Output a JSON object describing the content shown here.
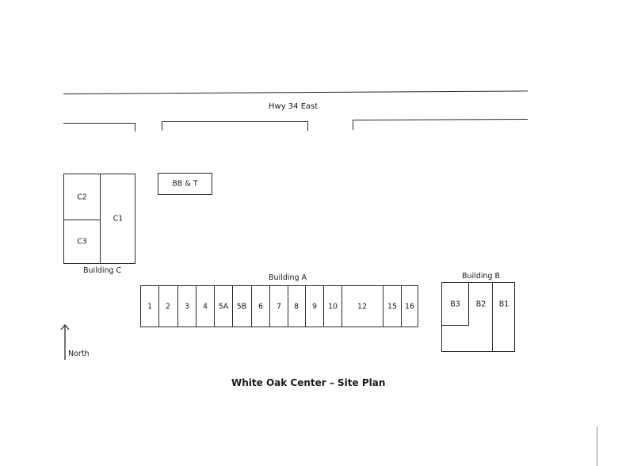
{
  "road": {
    "label": "Hwy 34 East"
  },
  "outparcel": {
    "label": "BB & T"
  },
  "building_c": {
    "label": "Building C",
    "units": [
      {
        "label": "C2"
      },
      {
        "label": "C3"
      },
      {
        "label": "C1"
      }
    ]
  },
  "building_a": {
    "label": "Building A",
    "units": [
      {
        "label": "1"
      },
      {
        "label": "2"
      },
      {
        "label": "3"
      },
      {
        "label": "4"
      },
      {
        "label": "5A"
      },
      {
        "label": "5B"
      },
      {
        "label": "6"
      },
      {
        "label": "7"
      },
      {
        "label": "8"
      },
      {
        "label": "9"
      },
      {
        "label": "10"
      },
      {
        "label": "12"
      },
      {
        "label": "15"
      },
      {
        "label": "16"
      }
    ]
  },
  "building_b": {
    "label": "Building B",
    "units": [
      {
        "label": "B3"
      },
      {
        "label": "B2"
      },
      {
        "label": "B1"
      }
    ]
  },
  "compass": {
    "label": "North"
  },
  "title": "White Oak Center – Site Plan",
  "colors": {
    "line": "#2a2a2a",
    "background": "#ffffff"
  }
}
